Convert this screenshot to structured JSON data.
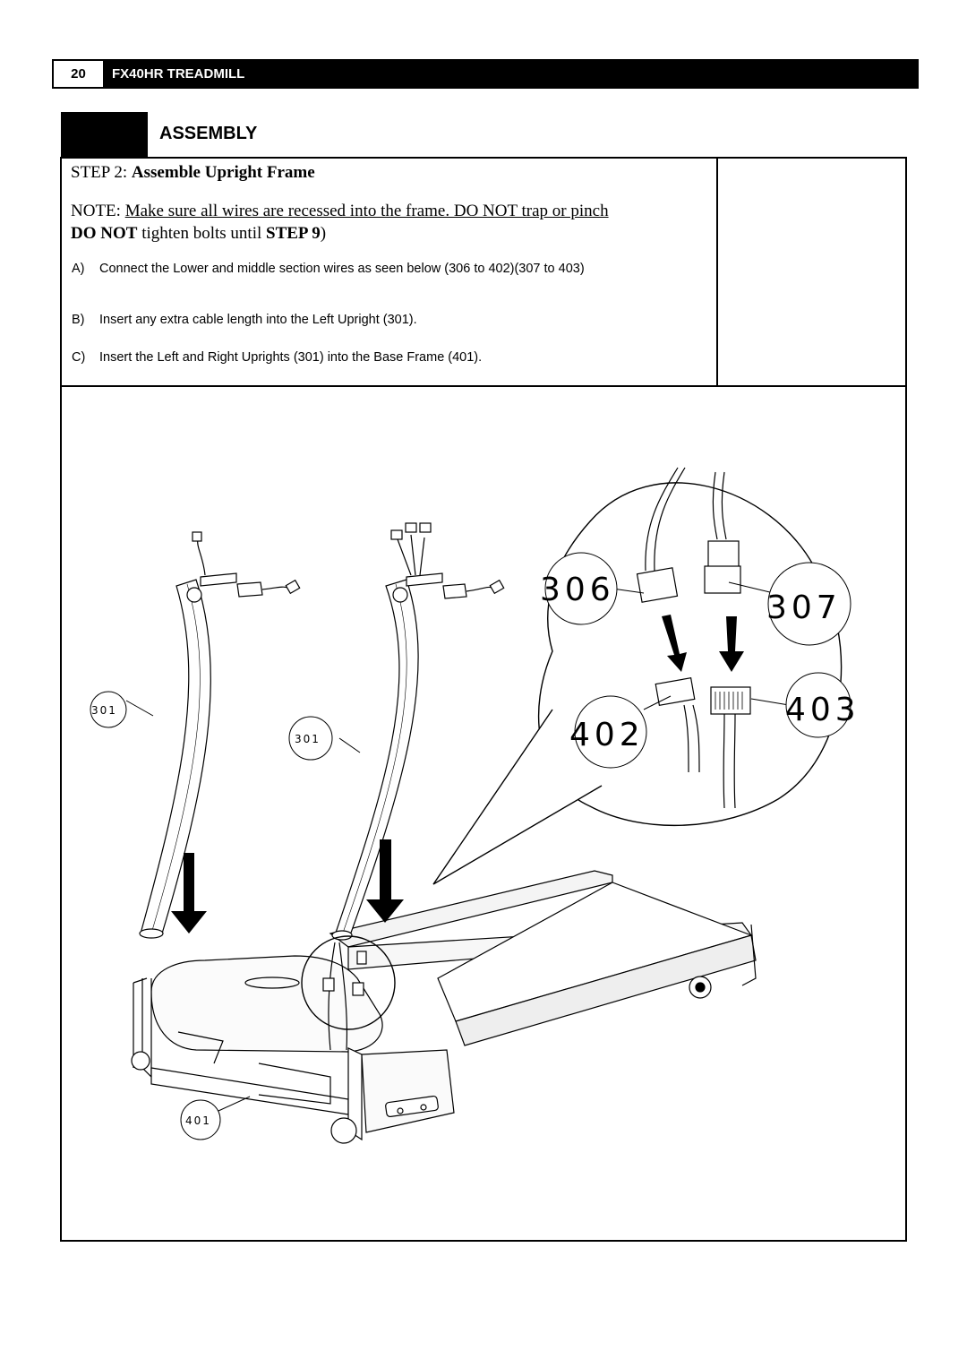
{
  "header": {
    "page_number": "20",
    "manual_title": "FX40HR TREADMILL"
  },
  "section": {
    "title": "ASSEMBLY"
  },
  "step": {
    "prefix": "STEP 2: ",
    "title": "Assemble Upright  Frame",
    "note_prefix": "NOTE: ",
    "note_underlined": "Make sure all wires are recessed into the frame. DO NOT trap or pinch",
    "note_line2_bold1": "DO NOT",
    "note_line2_mid": " tighten bolts until ",
    "note_line2_bold2": "STEP 9",
    "note_line2_end": ")",
    "instructions": [
      {
        "letter": "A)",
        "text": "Connect the Lower and middle section wires as seen below (306 to 402)(307 to 403)"
      },
      {
        "letter": "B)",
        "text": "Insert any extra cable length into the Left Upright (301)."
      },
      {
        "letter": "C)",
        "text": "Insert the Left and Right Uprights (301) into the Base Frame (401)."
      }
    ]
  },
  "diagram": {
    "part_labels": {
      "left_upright": "301",
      "right_upright": "301",
      "base_frame": "401",
      "conn_306": "306",
      "conn_307": "307",
      "conn_402": "402",
      "conn_403": "403"
    }
  }
}
